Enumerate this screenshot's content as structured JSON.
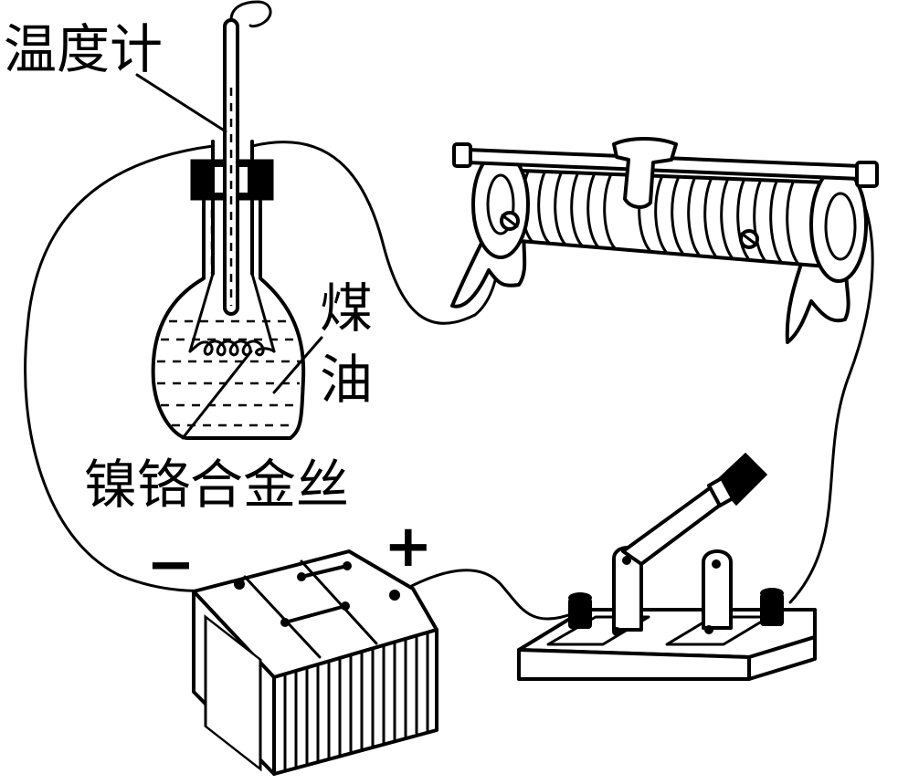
{
  "labels": {
    "thermometer": "温度计",
    "kerosene_1": "煤",
    "kerosene_2": "油",
    "wire": "镍铬合金丝",
    "minus": "−",
    "plus": "+"
  },
  "colors": {
    "line": "#000000",
    "background": "#ffffff"
  }
}
